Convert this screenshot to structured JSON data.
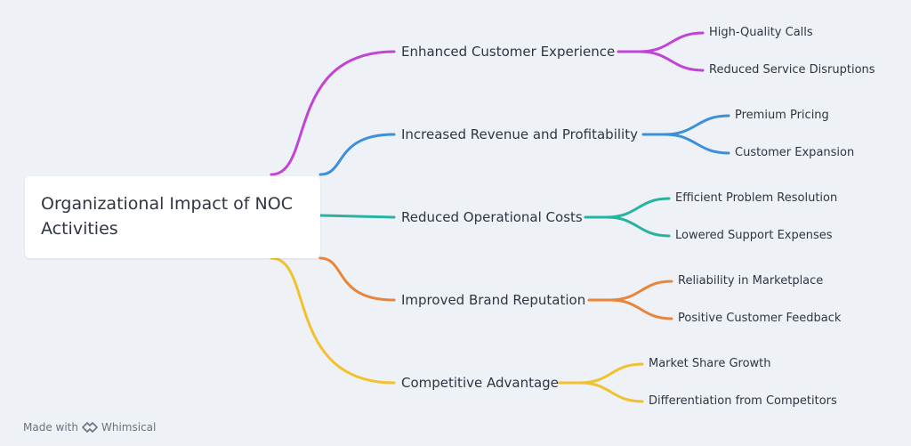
{
  "root": {
    "label": "Organizational Impact of NOC Activities"
  },
  "branches": [
    {
      "label": "Enhanced Customer Experience",
      "color": "#c144d6",
      "leaves": [
        "High-Quality Calls",
        "Reduced Service Disruptions"
      ]
    },
    {
      "label": "Increased Revenue and Profitability",
      "color": "#3d8fd9",
      "leaves": [
        "Premium Pricing",
        "Customer Expansion"
      ]
    },
    {
      "label": "Reduced Operational Costs",
      "color": "#27b3a2",
      "leaves": [
        "Efficient Problem Resolution",
        "Lowered Support Expenses"
      ]
    },
    {
      "label": "Improved Brand Reputation",
      "color": "#e8853a",
      "leaves": [
        "Reliability in Marketplace",
        "Positive Customer Feedback"
      ]
    },
    {
      "label": "Competitive Advantage",
      "color": "#f2c12e",
      "leaves": [
        "Market Share Growth",
        "Differentiation from Competitors"
      ]
    }
  ],
  "footer": {
    "made_with": "Made with",
    "brand": "Whimsical",
    "brand_icon": "whimsical-logo-icon"
  }
}
